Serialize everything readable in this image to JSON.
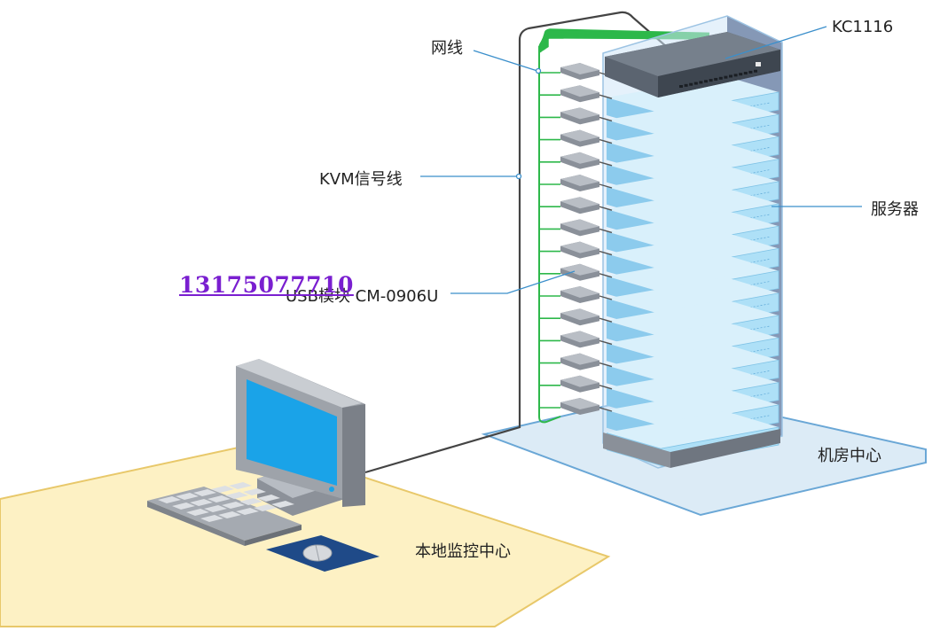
{
  "labels": {
    "network_cable": "网线",
    "kvm_signal_cable": "KVM信号线",
    "usb_module": "USB模块 CM-0906U",
    "switch_model": "KC1116",
    "servers": "服务器",
    "machine_room": "机房中心",
    "local_monitor": "本地监控中心"
  },
  "watermark_phone": "13175077710",
  "colors": {
    "green_cable": "#2db84a",
    "kvm_cable": "#444444",
    "server_blue": "#aee0f7",
    "server_led": "#e8561c",
    "server_panel": "#6fc24a",
    "screen_blue": "#1aa3e8",
    "desk_yellow": "#fdf1c4",
    "room_floor": "#dcebf6",
    "leader_line": "#3b8fcb",
    "phone_color": "#7a1fd0"
  },
  "server_count": 16
}
